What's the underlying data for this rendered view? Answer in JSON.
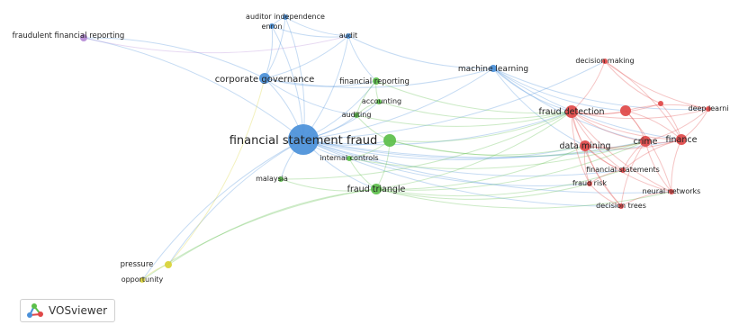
{
  "app": {
    "brand_label": "VOSviewer"
  },
  "colors": {
    "blue": "#4a90d9",
    "green": "#5cbf4a",
    "red": "#e04848",
    "purple": "#b58ad6",
    "yellow": "#d9d236"
  },
  "network": {
    "nodes": [
      {
        "id": "fsf",
        "label": "financial statement fraud",
        "cluster": "blue"
      },
      {
        "id": "cg",
        "label": "corporate governance",
        "cluster": "blue"
      },
      {
        "id": "ai",
        "label": "auditor independence",
        "cluster": "blue"
      },
      {
        "id": "enron",
        "label": "enron",
        "cluster": "blue"
      },
      {
        "id": "audit",
        "label": "audit",
        "cluster": "blue"
      },
      {
        "id": "ml",
        "label": "machine learning",
        "cluster": "blue"
      },
      {
        "id": "ffr",
        "label": "fraudulent financial reporting",
        "cluster": "purple"
      },
      {
        "id": "fr",
        "label": "financial reporting",
        "cluster": "green"
      },
      {
        "id": "acc",
        "label": "accounting",
        "cluster": "green"
      },
      {
        "id": "aud",
        "label": "auditing",
        "cluster": "green"
      },
      {
        "id": "ic",
        "label": "internal controls",
        "cluster": "green"
      },
      {
        "id": "mal",
        "label": "malaysia",
        "cluster": "green"
      },
      {
        "id": "ft",
        "label": "fraud triangle",
        "cluster": "green"
      },
      {
        "id": "gbig",
        "label": "",
        "cluster": "green"
      },
      {
        "id": "pres",
        "label": "pressure",
        "cluster": "yellow"
      },
      {
        "id": "opp",
        "label": "opportunity",
        "cluster": "yellow"
      },
      {
        "id": "fd",
        "label": "fraud detection",
        "cluster": "red"
      },
      {
        "id": "dm",
        "label": "decision making",
        "cluster": "red"
      },
      {
        "id": "dl",
        "label": "deep learni",
        "cluster": "red"
      },
      {
        "id": "dmin",
        "label": "data mining",
        "cluster": "red"
      },
      {
        "id": "crime",
        "label": "crime",
        "cluster": "red"
      },
      {
        "id": "fin",
        "label": "finance",
        "cluster": "red"
      },
      {
        "id": "fs",
        "label": "financial statements",
        "cluster": "red"
      },
      {
        "id": "frisk",
        "label": "fraud risk",
        "cluster": "red"
      },
      {
        "id": "nn",
        "label": "neural networks",
        "cluster": "red"
      },
      {
        "id": "dt",
        "label": "decision trees",
        "cluster": "red"
      },
      {
        "id": "r1",
        "label": "",
        "cluster": "red"
      },
      {
        "id": "r2",
        "label": "",
        "cluster": "red"
      }
    ],
    "links": [
      [
        "fsf",
        "cg"
      ],
      [
        "fsf",
        "ai"
      ],
      [
        "fsf",
        "enron"
      ],
      [
        "fsf",
        "audit"
      ],
      [
        "fsf",
        "ml"
      ],
      [
        "fsf",
        "ffr"
      ],
      [
        "fsf",
        "fr"
      ],
      [
        "fsf",
        "acc"
      ],
      [
        "fsf",
        "aud"
      ],
      [
        "fsf",
        "ic"
      ],
      [
        "fsf",
        "mal"
      ],
      [
        "fsf",
        "ft"
      ],
      [
        "fsf",
        "gbig"
      ],
      [
        "fsf",
        "pres"
      ],
      [
        "fsf",
        "opp"
      ],
      [
        "fsf",
        "fd"
      ],
      [
        "fsf",
        "dmin"
      ],
      [
        "fsf",
        "crime"
      ],
      [
        "fsf",
        "fin"
      ],
      [
        "fsf",
        "fs"
      ],
      [
        "fsf",
        "frisk"
      ],
      [
        "fsf",
        "nn"
      ],
      [
        "fsf",
        "dt"
      ],
      [
        "fsf",
        "dm"
      ],
      [
        "cg",
        "ai"
      ],
      [
        "cg",
        "enron"
      ],
      [
        "cg",
        "audit"
      ],
      [
        "cg",
        "ffr"
      ],
      [
        "cg",
        "fr"
      ],
      [
        "cg",
        "aud"
      ],
      [
        "cg",
        "ml"
      ],
      [
        "ai",
        "audit"
      ],
      [
        "enron",
        "audit"
      ],
      [
        "ai",
        "enron"
      ],
      [
        "audit",
        "fr"
      ],
      [
        "audit",
        "ml"
      ],
      [
        "ml",
        "fd"
      ],
      [
        "ml",
        "dmin"
      ],
      [
        "ml",
        "crime"
      ],
      [
        "ml",
        "fin"
      ],
      [
        "ml",
        "dl"
      ],
      [
        "ml",
        "r1"
      ],
      [
        "fr",
        "acc"
      ],
      [
        "fr",
        "aud"
      ],
      [
        "acc",
        "aud"
      ],
      [
        "aud",
        "gbig"
      ],
      [
        "ic",
        "gbig"
      ],
      [
        "ft",
        "gbig"
      ],
      [
        "ft",
        "fd"
      ],
      [
        "ft",
        "dmin"
      ],
      [
        "ft",
        "crime"
      ],
      [
        "ft",
        "fs"
      ],
      [
        "ft",
        "frisk"
      ],
      [
        "ft",
        "nn"
      ],
      [
        "ft",
        "pres"
      ],
      [
        "ft",
        "opp"
      ],
      [
        "mal",
        "ft"
      ],
      [
        "gbig",
        "fd"
      ],
      [
        "gbig",
        "crime"
      ],
      [
        "gbig",
        "dmin"
      ],
      [
        "ic",
        "ft"
      ],
      [
        "pres",
        "opp"
      ],
      [
        "pres",
        "cg"
      ],
      [
        "ffr",
        "audit"
      ],
      [
        "fd",
        "dm"
      ],
      [
        "fd",
        "dl"
      ],
      [
        "fd",
        "dmin"
      ],
      [
        "fd",
        "crime"
      ],
      [
        "fd",
        "fin"
      ],
      [
        "fd",
        "fs"
      ],
      [
        "fd",
        "frisk"
      ],
      [
        "fd",
        "nn"
      ],
      [
        "fd",
        "dt"
      ],
      [
        "fd",
        "r1"
      ],
      [
        "fd",
        "r2"
      ],
      [
        "dmin",
        "crime"
      ],
      [
        "dmin",
        "fin"
      ],
      [
        "dmin",
        "fs"
      ],
      [
        "dmin",
        "frisk"
      ],
      [
        "dmin",
        "nn"
      ],
      [
        "dmin",
        "dt"
      ],
      [
        "crime",
        "fin"
      ],
      [
        "crime",
        "fs"
      ],
      [
        "crime",
        "nn"
      ],
      [
        "crime",
        "dt"
      ],
      [
        "crime",
        "dl"
      ],
      [
        "crime",
        "r1"
      ],
      [
        "fin",
        "dl"
      ],
      [
        "fin",
        "nn"
      ],
      [
        "fin",
        "fs"
      ],
      [
        "fin",
        "dm"
      ],
      [
        "fin",
        "r1"
      ],
      [
        "fin",
        "r2"
      ],
      [
        "dm",
        "r2"
      ],
      [
        "dm",
        "dl"
      ],
      [
        "dl",
        "r1"
      ],
      [
        "nn",
        "dt"
      ],
      [
        "fs",
        "frisk"
      ],
      [
        "frisk",
        "dt"
      ],
      [
        "nn",
        "r1"
      ],
      [
        "aud",
        "fd"
      ],
      [
        "acc",
        "fd"
      ],
      [
        "fr",
        "fd"
      ],
      [
        "ic",
        "crime"
      ],
      [
        "mal",
        "fd"
      ]
    ]
  }
}
